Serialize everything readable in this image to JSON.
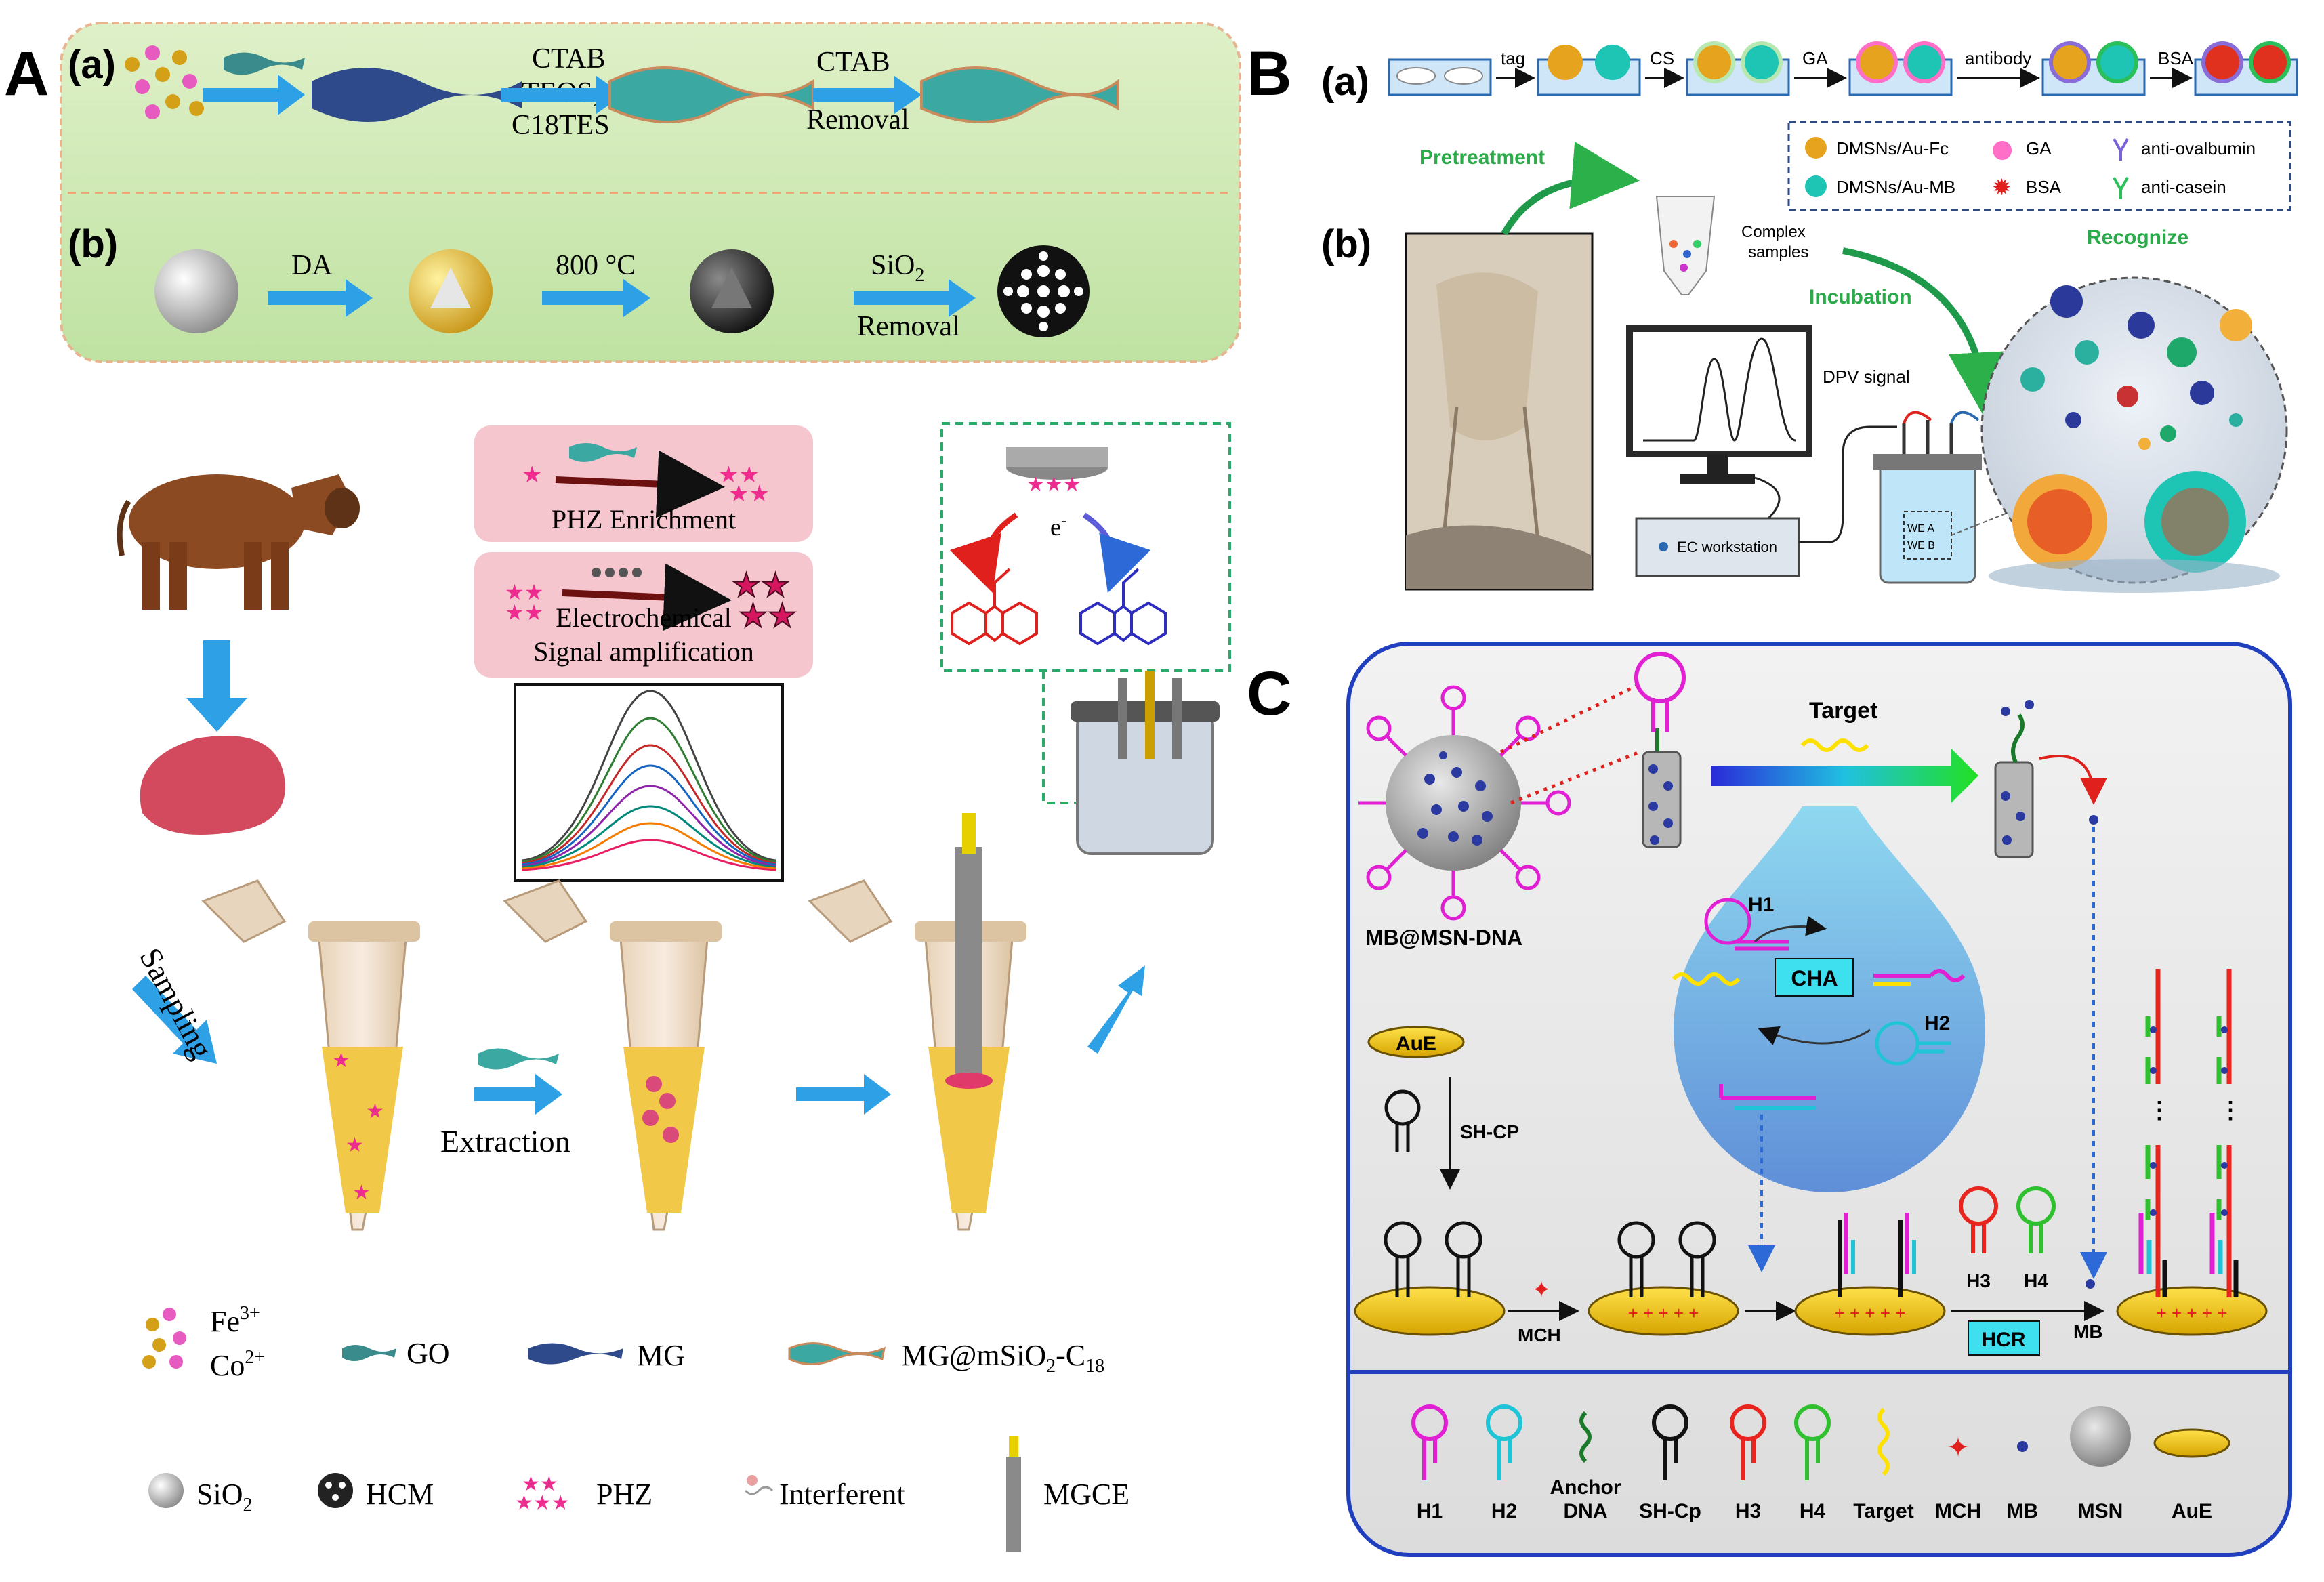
{
  "panel_A": {
    "letter": "A",
    "top": {
      "a_label": "(a)",
      "b_label": "(b)",
      "step1_line1": "CTAB",
      "step1_line2": "TEOS,",
      "step1_line3": "C18TES",
      "step2_line1": "CTAB",
      "step2_line2": "Removal",
      "b_step1": "DA",
      "b_step2": "800 °C",
      "b_step3_line1": "SiO",
      "b_step3_sub": "2",
      "b_step3_line2": "Removal"
    },
    "boxes": {
      "enrichment": "PHZ Enrichment",
      "signal_line1": "Electrochemical",
      "signal_line2": "Signal amplification",
      "electron": "e",
      "electron_sup": "-"
    },
    "flow": {
      "sampling": "Sampling",
      "extraction": "Extraction"
    },
    "legend": {
      "fe": "Fe",
      "fe_sup": "3+",
      "co": "Co",
      "co_sup": "2+",
      "go": "GO",
      "mg": "MG",
      "mgmsio": "MG@mSiO",
      "mgmsio_sub1": "2",
      "mgmsio_mid": "-C",
      "mgmsio_sub2": "18",
      "sio2": "SiO",
      "sio2_sub": "2",
      "hcm": "HCM",
      "phz": "PHZ",
      "interferent": "Interferent",
      "mgce": "MGCE"
    }
  },
  "panel_B": {
    "letter": "B",
    "a_label": "(a)",
    "b_label": "(b)",
    "steps": [
      "tag",
      "CS",
      "GA",
      "antibody",
      "BSA"
    ],
    "legend": {
      "dmsn_fc": "DMSNs/Au-Fc",
      "dmsn_mb": "DMSNs/Au-MB",
      "ga": "GA",
      "bsa": "BSA",
      "anti_ovalbumin": "anti-ovalbumin",
      "anti_casein": "anti-casein"
    },
    "pretreatment": "Pretreatment",
    "complex_line1": "Complex",
    "complex_line2": "samples",
    "incubation": "Incubation",
    "recognize": "Recognize",
    "dpv": "DPV signal",
    "workstation": "EC workstation",
    "cell_label1": "WE A",
    "cell_label2": "WE B"
  },
  "panel_C": {
    "letter": "C",
    "target": "Target",
    "mb_msn": "MB@MSN-DNA",
    "h1": "H1",
    "h2": "H2",
    "cha": "CHA",
    "aue": "AuE",
    "sh_cp": "SH-CP",
    "mch": "MCH",
    "h3": "H3",
    "h4": "H4",
    "hcr": "HCR",
    "mb": "MB",
    "legend": [
      "H1",
      "H2",
      "Anchor",
      "DNA",
      "SH-Cp",
      "H3",
      "H4",
      "Target",
      "MCH",
      "MB",
      "MSN",
      "AuE"
    ]
  },
  "colors": {
    "panelA_green": "#cde8b4",
    "pink_box": "#f6c6cf",
    "arrow_blue": "#2ea0e6",
    "panelC_border": "#1f3fbf",
    "cha_box": "#3ee0f0",
    "h1": "#e11fd3",
    "h2": "#1fc4d6",
    "h3": "#e8251e",
    "h4": "#2fbf2f",
    "gold": "#f2c200"
  }
}
